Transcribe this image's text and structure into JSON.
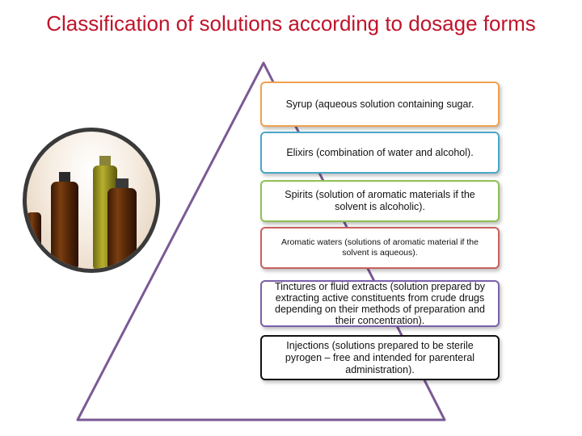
{
  "title": "Classification of solutions according to dosage forms",
  "items": [
    "Syrup (aqueous solution containing  sugar.",
    "Elixirs (combination of water and alcohol).",
    "Spirits (solution of aromatic materials if the solvent  is alcoholic).",
    "Aromatic waters (solutions of aromatic material if the solvent is aqueous).",
    "Tinctures or fluid extracts (solution prepared by extracting active constituents from crude drugs depending on their methods of preparation and their concentration).",
    "Injections (solutions prepared to be sterile pyrogen – free and intended for parenteral administration)."
  ],
  "colors": {
    "title": "#c0142a",
    "triangle": "#7b5a94",
    "item_borders": [
      "#f0a050",
      "#4aa6c8",
      "#8ebf55",
      "#c86060",
      "#7a60a8",
      "#111111"
    ]
  },
  "image": "amber-medicine-bottles-photo"
}
